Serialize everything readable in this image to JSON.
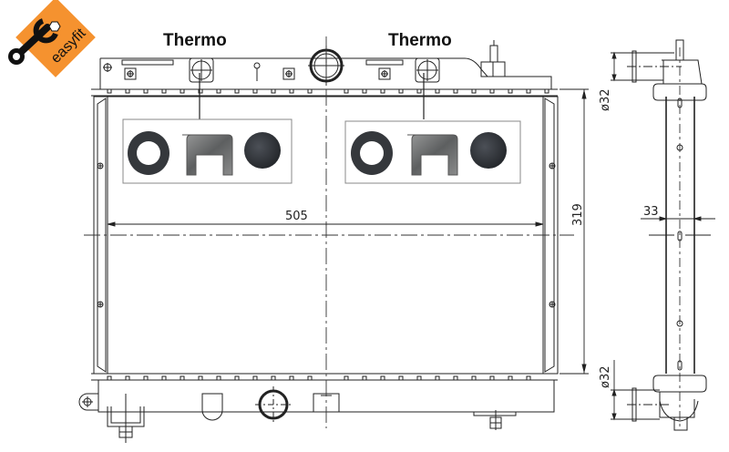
{
  "logo": {
    "brand": "easyfit",
    "icon": "wrench-nut-icon",
    "background_color": "#f5922f",
    "foreground_color": "#111111"
  },
  "callouts": [
    {
      "label": "Thermo",
      "target": "thermo-port-left"
    },
    {
      "label": "Thermo",
      "target": "thermo-port-right"
    }
  ],
  "dimensions": {
    "width": "505",
    "height": "319",
    "core_thickness": "33",
    "inlet_diameter": "ø32",
    "outlet_diameter": "ø32"
  },
  "accessory_kits": [
    {
      "items": [
        "rubber-ring",
        "metal-clip",
        "rubber-plug"
      ]
    },
    {
      "items": [
        "rubber-ring",
        "metal-clip",
        "rubber-plug"
      ]
    }
  ],
  "colors": {
    "line": "#222222",
    "centerline": "#333333",
    "part_dark": "#3a3d42",
    "box_border": "#888888"
  }
}
